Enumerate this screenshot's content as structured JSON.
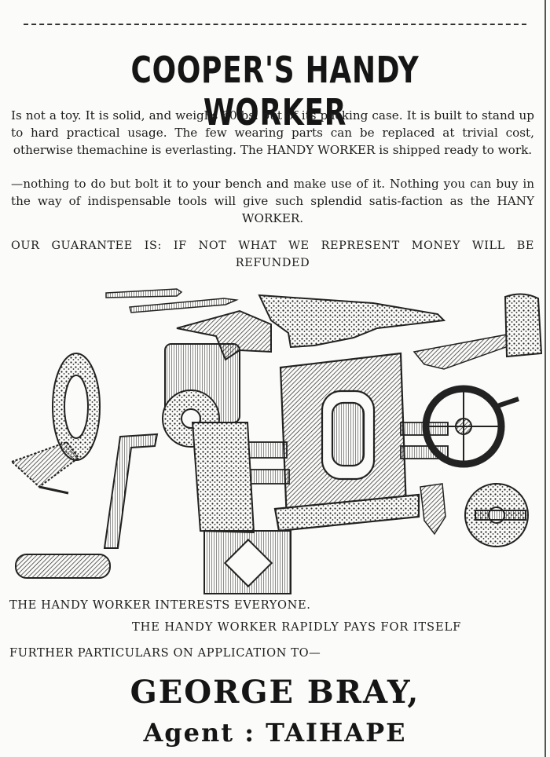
{
  "headline": "COOPER'S HANDY WORKER",
  "paragraphs": [
    "Is not a toy. It is solid, and weighs 60lbs. out of its packing case. It is built to stand up to hard practical usage. The few wearing parts can be replaced at trivial cost, otherwise themachine is everlasting. The HANDY WORKER is shipped ready to work.",
    "—nothing to do but bolt it to your bench and make use of it. Nothing you can buy in the way of indispensable tools will give such splendid satis-faction as the HANY WORKER."
  ],
  "guarantee": "OUR GUARANTEE IS: IF NOT WHAT WE REPRESENT MONEY WILL BE REFUNDED",
  "taglines": [
    "THE HANDY WORKER INTERESTS EVERYONE.",
    "THE HANDY WORKER RAPIDLY PAYS FOR ITSELF"
  ],
  "particulars": "FURTHER PARTICULARS ON APPLICATION TO—",
  "agent": {
    "name": "GEORGE BRAY,",
    "line": "Agent : TAIHAPE"
  }
}
